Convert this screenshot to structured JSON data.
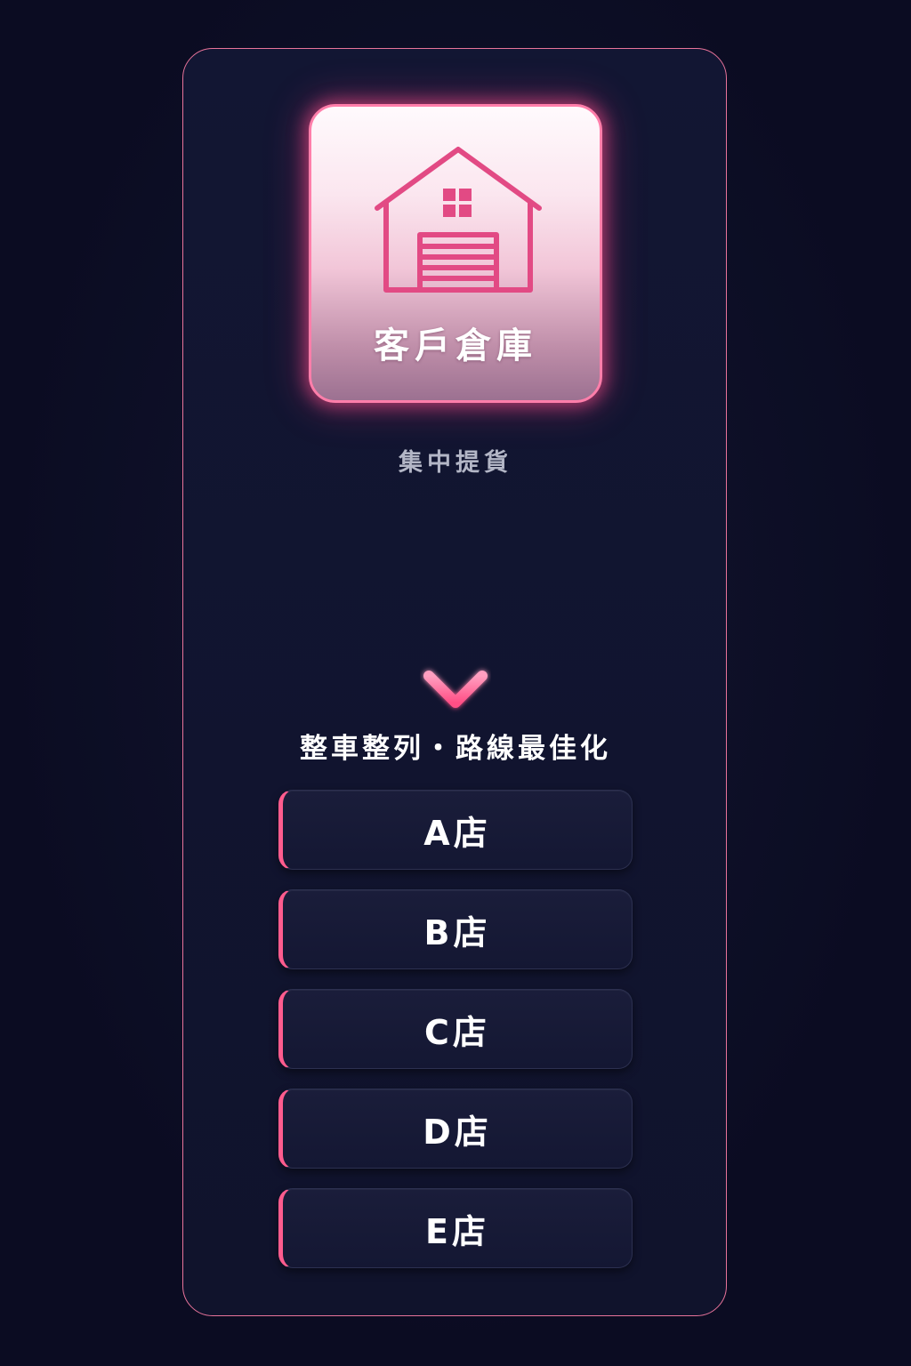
{
  "diagram": {
    "source": {
      "title": "客戶倉庫",
      "icon": "warehouse-icon"
    },
    "pickup_label": "集中提貨",
    "optimize_label": "整車整列・路線最佳化",
    "stores": [
      {
        "label": "A店"
      },
      {
        "label": "B店"
      },
      {
        "label": "C店"
      },
      {
        "label": "D店"
      },
      {
        "label": "E店"
      }
    ]
  },
  "colors": {
    "accent": "#ff5c8e",
    "background": "#0b0c22",
    "panel_border": "#e8739a"
  }
}
